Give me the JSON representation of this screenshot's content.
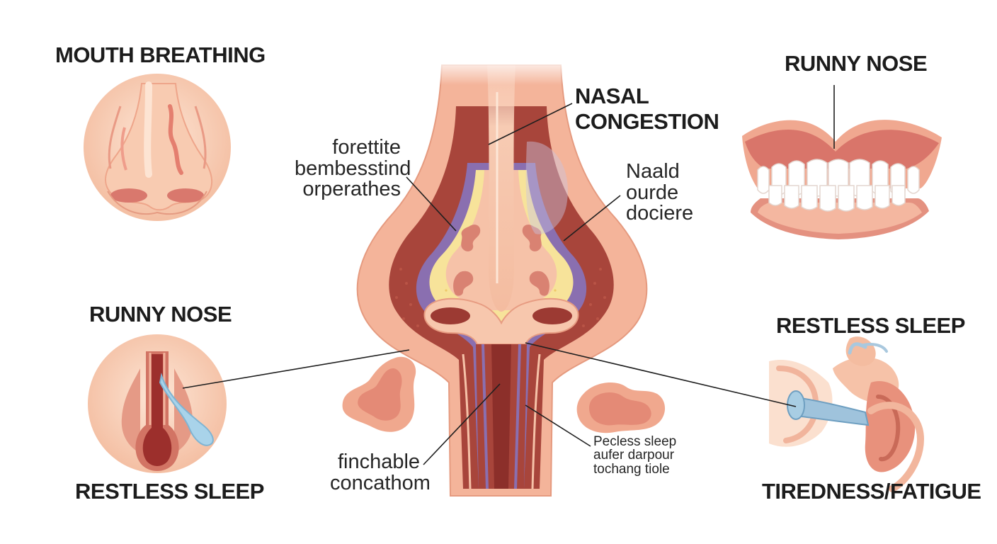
{
  "panels": {
    "mouth_breathing": {
      "title": "MOUTH BREATHING"
    },
    "runny_nose_top": {
      "title": "RUNNY NOSE"
    },
    "runny_nose_left": {
      "title": "RUNNY NOSE",
      "caption": "RESTLESS SLEEP"
    },
    "restless_sleep_right": {
      "title": "RESTLESS SLEEP",
      "caption": "TIREDNESS/FATIGUE"
    }
  },
  "callouts": {
    "nasal_congestion": [
      "NASAL",
      "CONGESTION"
    ],
    "forettite": [
      "forettite",
      "bembesstind",
      "orperathes"
    ],
    "naald": [
      "Naald",
      "ourde",
      "dociere"
    ],
    "finchable": [
      "finchable",
      "concathom"
    ],
    "pecless": [
      "Pecless sleep",
      "aufer darpour",
      "tochang tiole"
    ]
  },
  "colors": {
    "skin": "#f6c5aa",
    "skin_light": "#fbe0cf",
    "tissue_outer": "#f0a98c",
    "tissue_red": "#a8453b",
    "tissue_dark": "#8c2f2a",
    "cartilage_yellow": "#f7e39a",
    "membrane_purple": "#8a6fb0",
    "mucus_blue": "#a9d3ea",
    "gum": "#d9756a",
    "tooth": "#ffffff",
    "leader_line": "#1f1f1f"
  }
}
